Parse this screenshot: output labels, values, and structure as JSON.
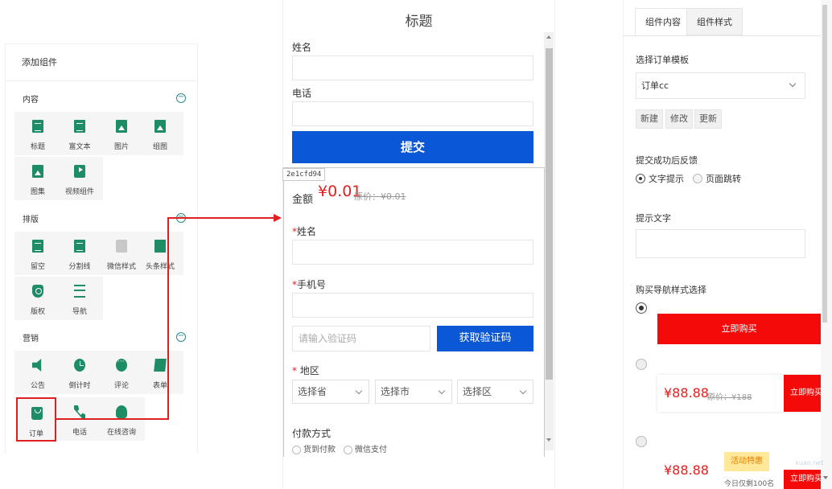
{
  "left_panel": {
    "header": "添加组件",
    "groups": [
      {
        "title": "内容",
        "toggle": "−",
        "items": [
          {
            "label": "标题",
            "icon": "doc-icon"
          },
          {
            "label": "富文本",
            "icon": "doc-icon"
          },
          {
            "label": "图片",
            "icon": "image-icon"
          },
          {
            "label": "组图",
            "icon": "gallery-icon"
          },
          {
            "label": "图集",
            "icon": "album-icon"
          },
          {
            "label": "视频组件",
            "icon": "video-icon"
          }
        ]
      },
      {
        "title": "排版",
        "toggle": "−",
        "items": [
          {
            "label": "留空",
            "icon": "blank-icon"
          },
          {
            "label": "分割线",
            "icon": "divider-icon"
          },
          {
            "label": "微信样式",
            "icon": "wechat-style-icon"
          },
          {
            "label": "头条样式",
            "icon": "news-icon"
          },
          {
            "label": "版权",
            "icon": "copyright-icon"
          },
          {
            "label": "导航",
            "icon": "nav-list-icon"
          }
        ]
      },
      {
        "title": "营销",
        "toggle": "−",
        "items": [
          {
            "label": "公告",
            "icon": "speaker-icon"
          },
          {
            "label": "倒计时",
            "icon": "alarm-clock-icon"
          },
          {
            "label": "评论",
            "icon": "comment-icon"
          },
          {
            "label": "表单",
            "icon": "form-icon"
          },
          {
            "label": "订单",
            "icon": "bag-icon",
            "selected": true
          },
          {
            "label": "电话",
            "icon": "phone-icon"
          },
          {
            "label": "在线咨询",
            "icon": "support-icon"
          }
        ]
      }
    ]
  },
  "preview": {
    "title": "标题",
    "form": {
      "name_label": "姓名",
      "phone_label": "电话",
      "submit": "提交"
    },
    "order": {
      "id_tag": "2e1cfd94",
      "amount_label": "金额",
      "amount": "¥0.01",
      "original": "原价：¥0.01",
      "name_label": "姓名",
      "mobile_label": "手机号",
      "required_mark": "*",
      "code_placeholder": "请输入验证码",
      "code_button": "获取验证码",
      "region_label": "地区",
      "province": "选择省",
      "city": "选择市",
      "district": "选择区",
      "payment_label": "付款方式",
      "payment_options": [
        "货到付款",
        "微信支付"
      ]
    }
  },
  "settings": {
    "tabs": [
      "组件内容",
      "组件样式"
    ],
    "template_label": "选择订单模板",
    "template_value": "订单cc",
    "buttons": [
      "新建",
      "修改",
      "更新"
    ],
    "feedback_label": "提交成功后反馈",
    "feedback_options": [
      "文字提示",
      "页面跳转"
    ],
    "tip_label": "提示文字",
    "nav_style_label": "购买导航样式选择",
    "buy_now": "立即购买",
    "buy_now_short": "立即购买",
    "price": "¥88.88",
    "orig_price": "原价：¥188",
    "promo": "活动特惠",
    "remaining": "今日仅剩100名"
  },
  "colors": {
    "accent_blue": "#0a58d6",
    "price_red": "#e61e1e",
    "buy_red": "#f50a0a",
    "icon_green": "#1e8c64",
    "highlight": "#e02020"
  },
  "watermark": "xuan.net"
}
